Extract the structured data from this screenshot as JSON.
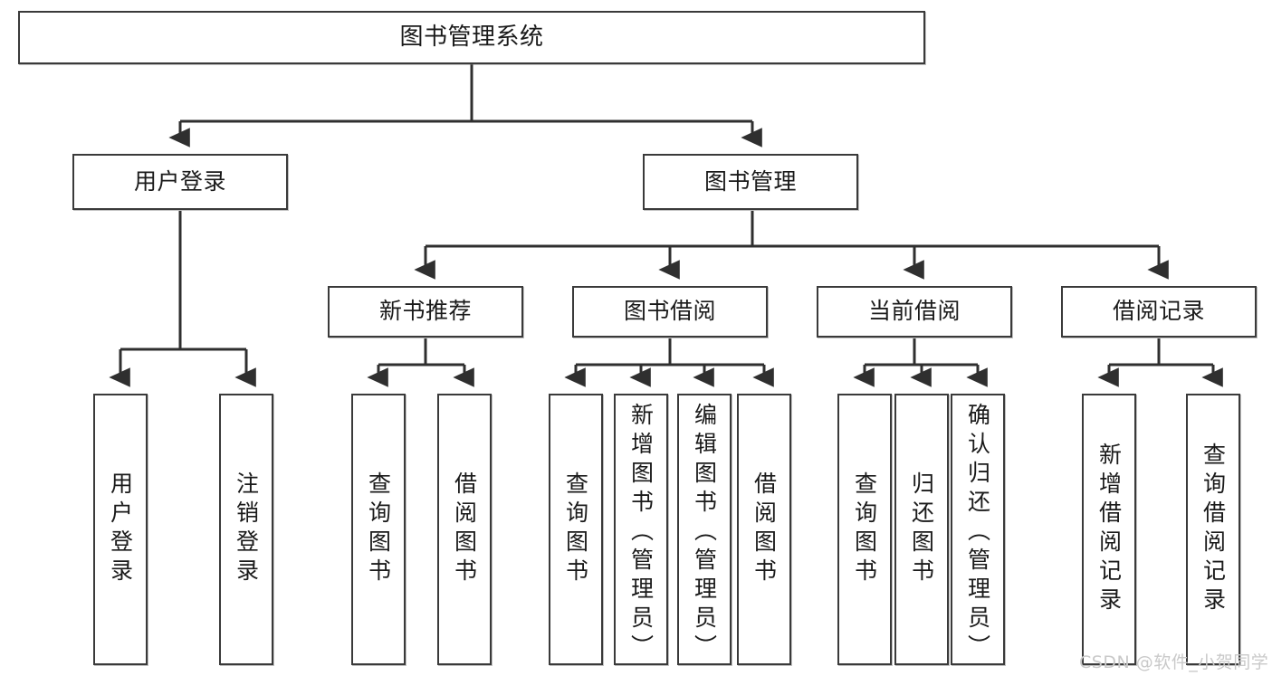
{
  "diagram": {
    "title": "图书管理系统",
    "type": "tree",
    "watermark": "CSDN @软件_小贺同学",
    "colors": {
      "node_border": "#3a3a3a",
      "node_fill": "#ffffff",
      "edge": "#2f2f2f",
      "text": "#1a1a1a",
      "watermark": "#c9c9c9"
    },
    "nodes": [
      {
        "id": "root",
        "label": "图书管理系统",
        "level": 0,
        "orientation": "horizontal"
      },
      {
        "id": "user-login",
        "label": "用户登录",
        "level": 1,
        "orientation": "horizontal"
      },
      {
        "id": "book-manage",
        "label": "图书管理",
        "level": 1,
        "orientation": "horizontal"
      },
      {
        "id": "new-book-rec",
        "label": "新书推荐",
        "level": 2,
        "orientation": "horizontal"
      },
      {
        "id": "book-borrow",
        "label": "图书借阅",
        "level": 2,
        "orientation": "horizontal"
      },
      {
        "id": "current-borrow",
        "label": "当前借阅",
        "level": 2,
        "orientation": "horizontal"
      },
      {
        "id": "borrow-record",
        "label": "借阅记录",
        "level": 2,
        "orientation": "horizontal"
      },
      {
        "id": "leaf-1",
        "label": "用户登录",
        "level": 3,
        "orientation": "vertical",
        "parent": "user-login"
      },
      {
        "id": "leaf-2",
        "label": "注销登录",
        "level": 3,
        "orientation": "vertical",
        "parent": "user-login"
      },
      {
        "id": "leaf-3",
        "label": "查询图书",
        "level": 3,
        "orientation": "vertical",
        "parent": "new-book-rec"
      },
      {
        "id": "leaf-4",
        "label": "借阅图书",
        "level": 3,
        "orientation": "vertical",
        "parent": "new-book-rec"
      },
      {
        "id": "leaf-5",
        "label": "查询图书",
        "level": 3,
        "orientation": "vertical",
        "parent": "book-borrow"
      },
      {
        "id": "leaf-6",
        "label": "新增图书（管理员）",
        "level": 3,
        "orientation": "vertical",
        "parent": "book-borrow"
      },
      {
        "id": "leaf-7",
        "label": "编辑图书（管理员）",
        "level": 3,
        "orientation": "vertical",
        "parent": "book-borrow"
      },
      {
        "id": "leaf-8",
        "label": "借阅图书",
        "level": 3,
        "orientation": "vertical",
        "parent": "book-borrow"
      },
      {
        "id": "leaf-9",
        "label": "查询图书",
        "level": 3,
        "orientation": "vertical",
        "parent": "current-borrow"
      },
      {
        "id": "leaf-10",
        "label": "归还图书",
        "level": 3,
        "orientation": "vertical",
        "parent": "current-borrow"
      },
      {
        "id": "leaf-11",
        "label": "确认归还（管理员）",
        "level": 3,
        "orientation": "vertical",
        "parent": "current-borrow"
      },
      {
        "id": "leaf-12",
        "label": "新增借阅记录",
        "level": 3,
        "orientation": "vertical",
        "parent": "borrow-record"
      },
      {
        "id": "leaf-13",
        "label": "查询借阅记录",
        "level": 3,
        "orientation": "vertical",
        "parent": "borrow-record"
      }
    ],
    "edges": [
      {
        "from": "root",
        "to": "user-login"
      },
      {
        "from": "root",
        "to": "book-manage"
      },
      {
        "from": "user-login",
        "to": "leaf-1"
      },
      {
        "from": "user-login",
        "to": "leaf-2"
      },
      {
        "from": "book-manage",
        "to": "new-book-rec"
      },
      {
        "from": "book-manage",
        "to": "book-borrow"
      },
      {
        "from": "book-manage",
        "to": "current-borrow"
      },
      {
        "from": "book-manage",
        "to": "borrow-record"
      },
      {
        "from": "new-book-rec",
        "to": "leaf-3"
      },
      {
        "from": "new-book-rec",
        "to": "leaf-4"
      },
      {
        "from": "book-borrow",
        "to": "leaf-5"
      },
      {
        "from": "book-borrow",
        "to": "leaf-6"
      },
      {
        "from": "book-borrow",
        "to": "leaf-7"
      },
      {
        "from": "book-borrow",
        "to": "leaf-8"
      },
      {
        "from": "current-borrow",
        "to": "leaf-9"
      },
      {
        "from": "current-borrow",
        "to": "leaf-10"
      },
      {
        "from": "current-borrow",
        "to": "leaf-11"
      },
      {
        "from": "borrow-record",
        "to": "leaf-12"
      },
      {
        "from": "borrow-record",
        "to": "leaf-13"
      }
    ]
  }
}
